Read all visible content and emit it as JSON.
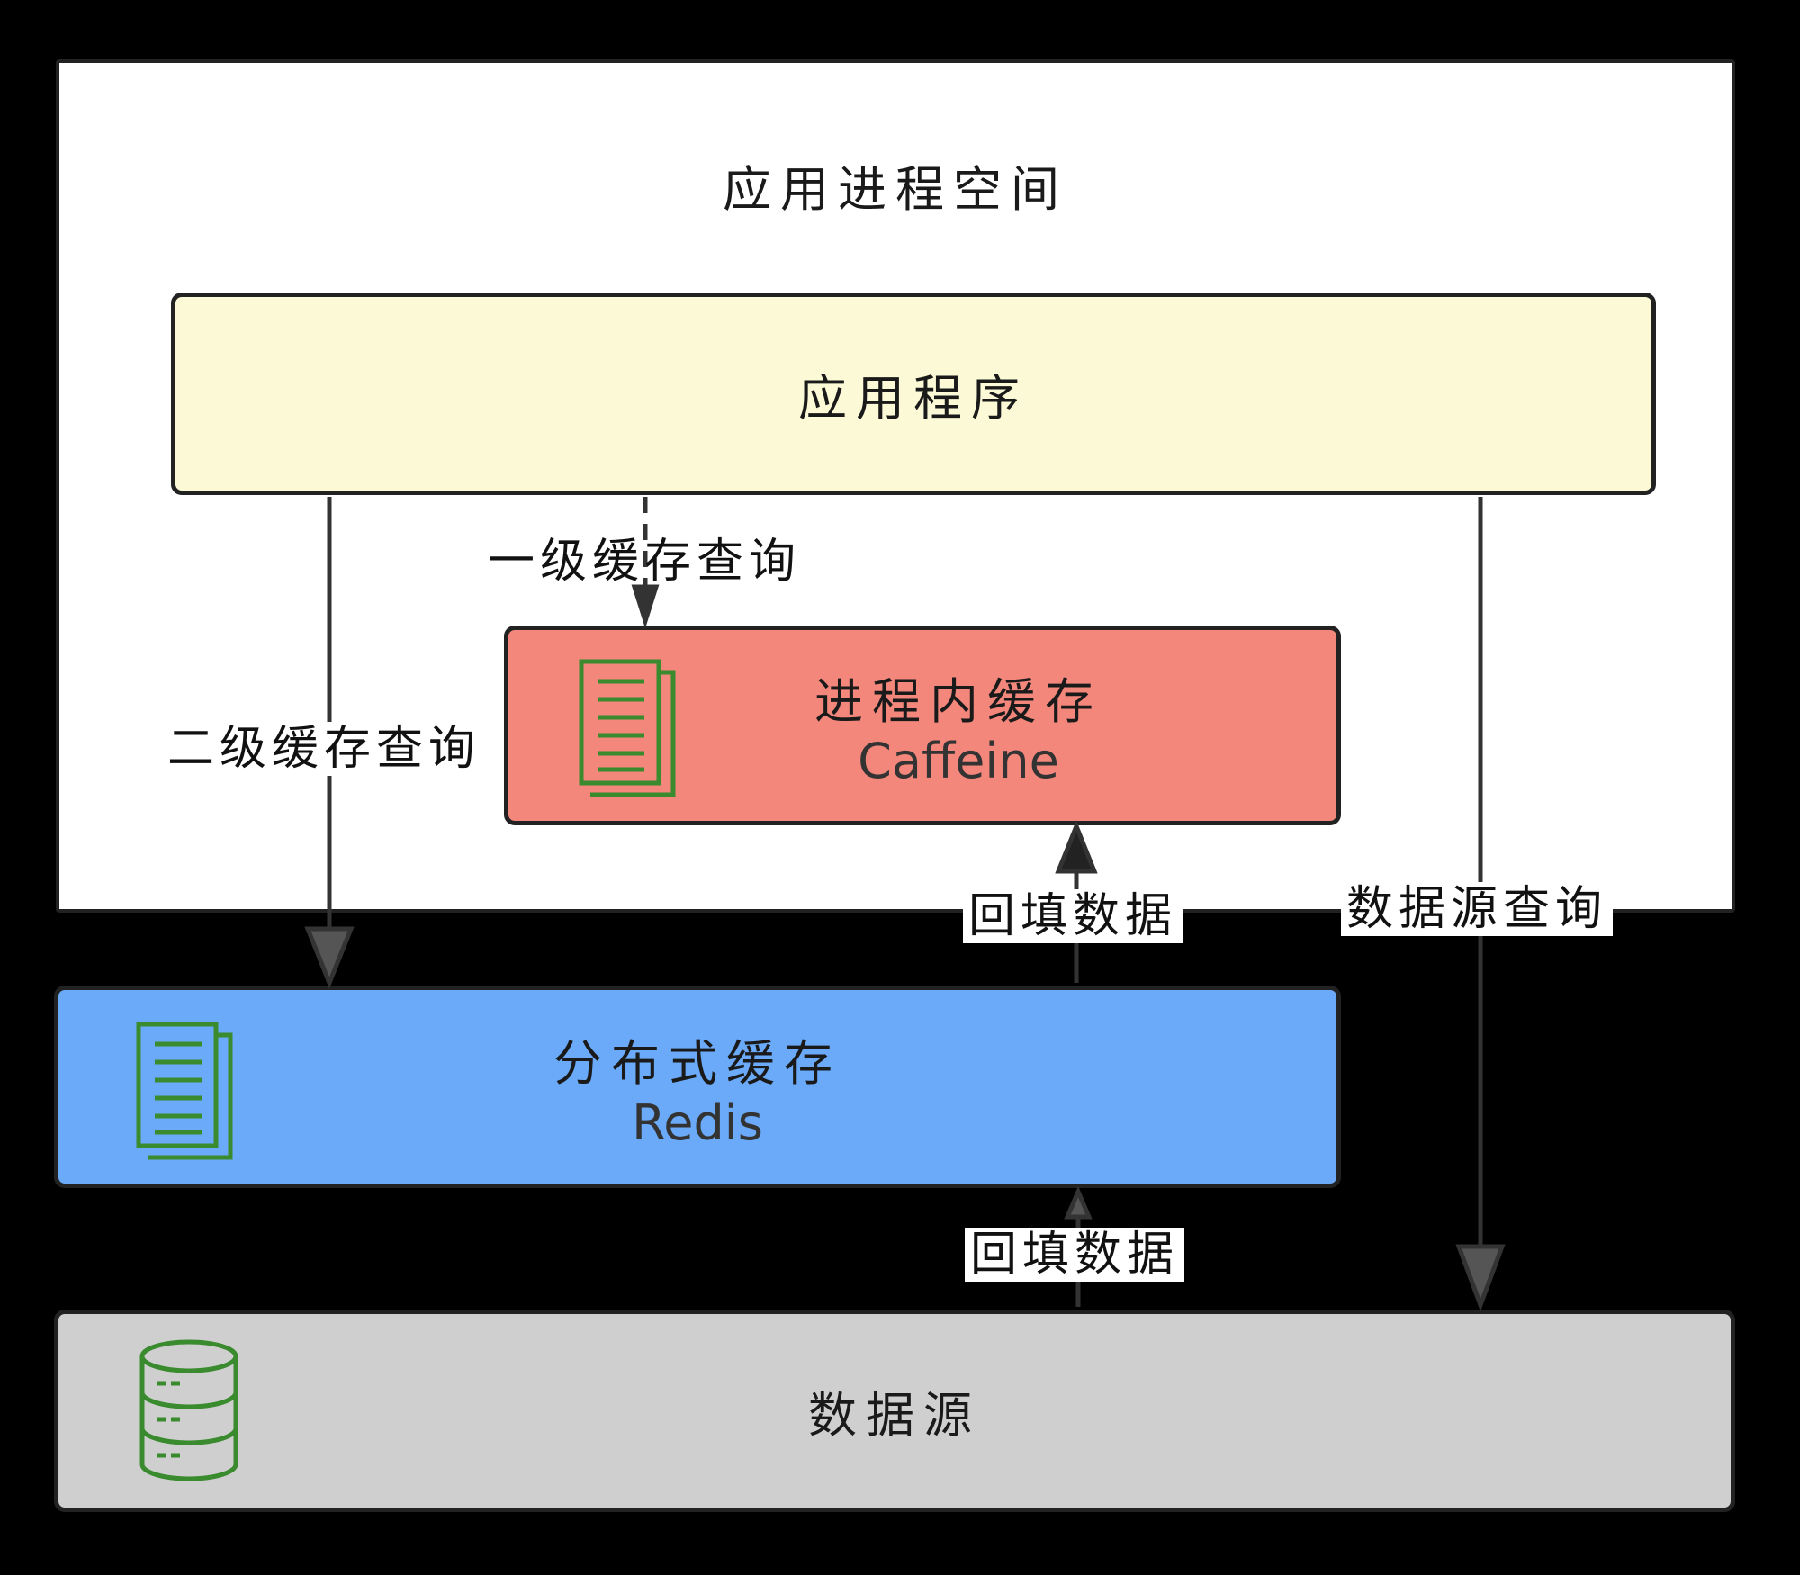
{
  "colors": {
    "background": "#000000",
    "process_space_fill": "#ffffff",
    "application_fill": "#fbf9d6",
    "local_cache_fill": "#f3877b",
    "distributed_cache_fill": "#6aaaf8",
    "data_source_fill": "#cfcfcf",
    "icon_stroke": "#3a8a2e"
  },
  "process_space": {
    "label": "应用进程空间"
  },
  "application": {
    "label": "应用程序"
  },
  "local_cache": {
    "label": "进程内缓存",
    "tech": "Caffeine",
    "icon": "document-stack-icon"
  },
  "distributed_cache": {
    "label": "分布式缓存",
    "tech": "Redis",
    "icon": "document-stack-icon"
  },
  "data_source": {
    "label": "数据源",
    "icon": "database-icon"
  },
  "edges": {
    "l1_query": "一级缓存查询",
    "l2_query": "二级缓存查询",
    "backfill_local": "回填数据",
    "backfill_distributed": "回填数据",
    "source_query": "数据源查询"
  }
}
